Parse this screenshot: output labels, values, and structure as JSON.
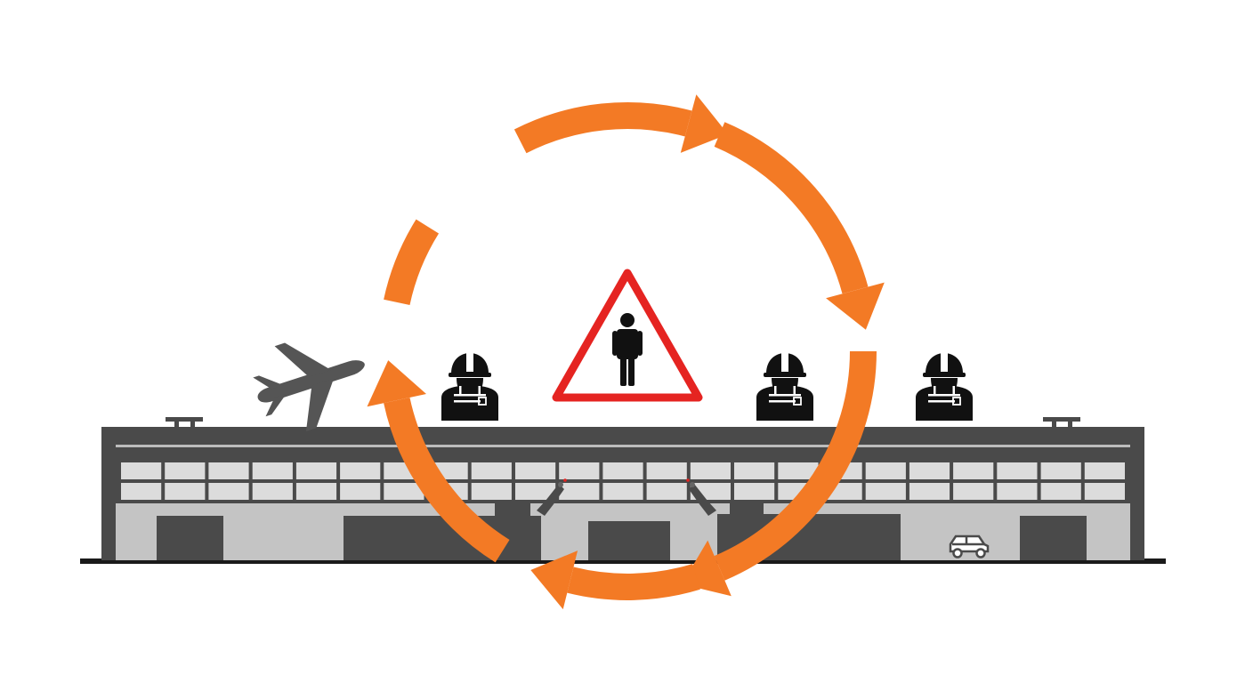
{
  "colors": {
    "background": "#ffffff",
    "arrow": "#f37a25",
    "warning": "#e52421",
    "building_dark": "#4a4a4a",
    "building_light": "#c4c4c4",
    "window_pane": "#dcdcdc",
    "worker": "#111111",
    "plane": "#555555"
  },
  "icons": {
    "plane": "airplane-icon",
    "workers": [
      "construction-worker-icon",
      "construction-worker-icon",
      "construction-worker-icon"
    ],
    "warning": "pedestrian-warning-sign-icon",
    "vehicle": "car-icon",
    "arrows": "circular-cycle-arrows"
  },
  "diagram": {
    "arrow_segments": 6,
    "worker_count": 3,
    "building_doors": 6
  }
}
